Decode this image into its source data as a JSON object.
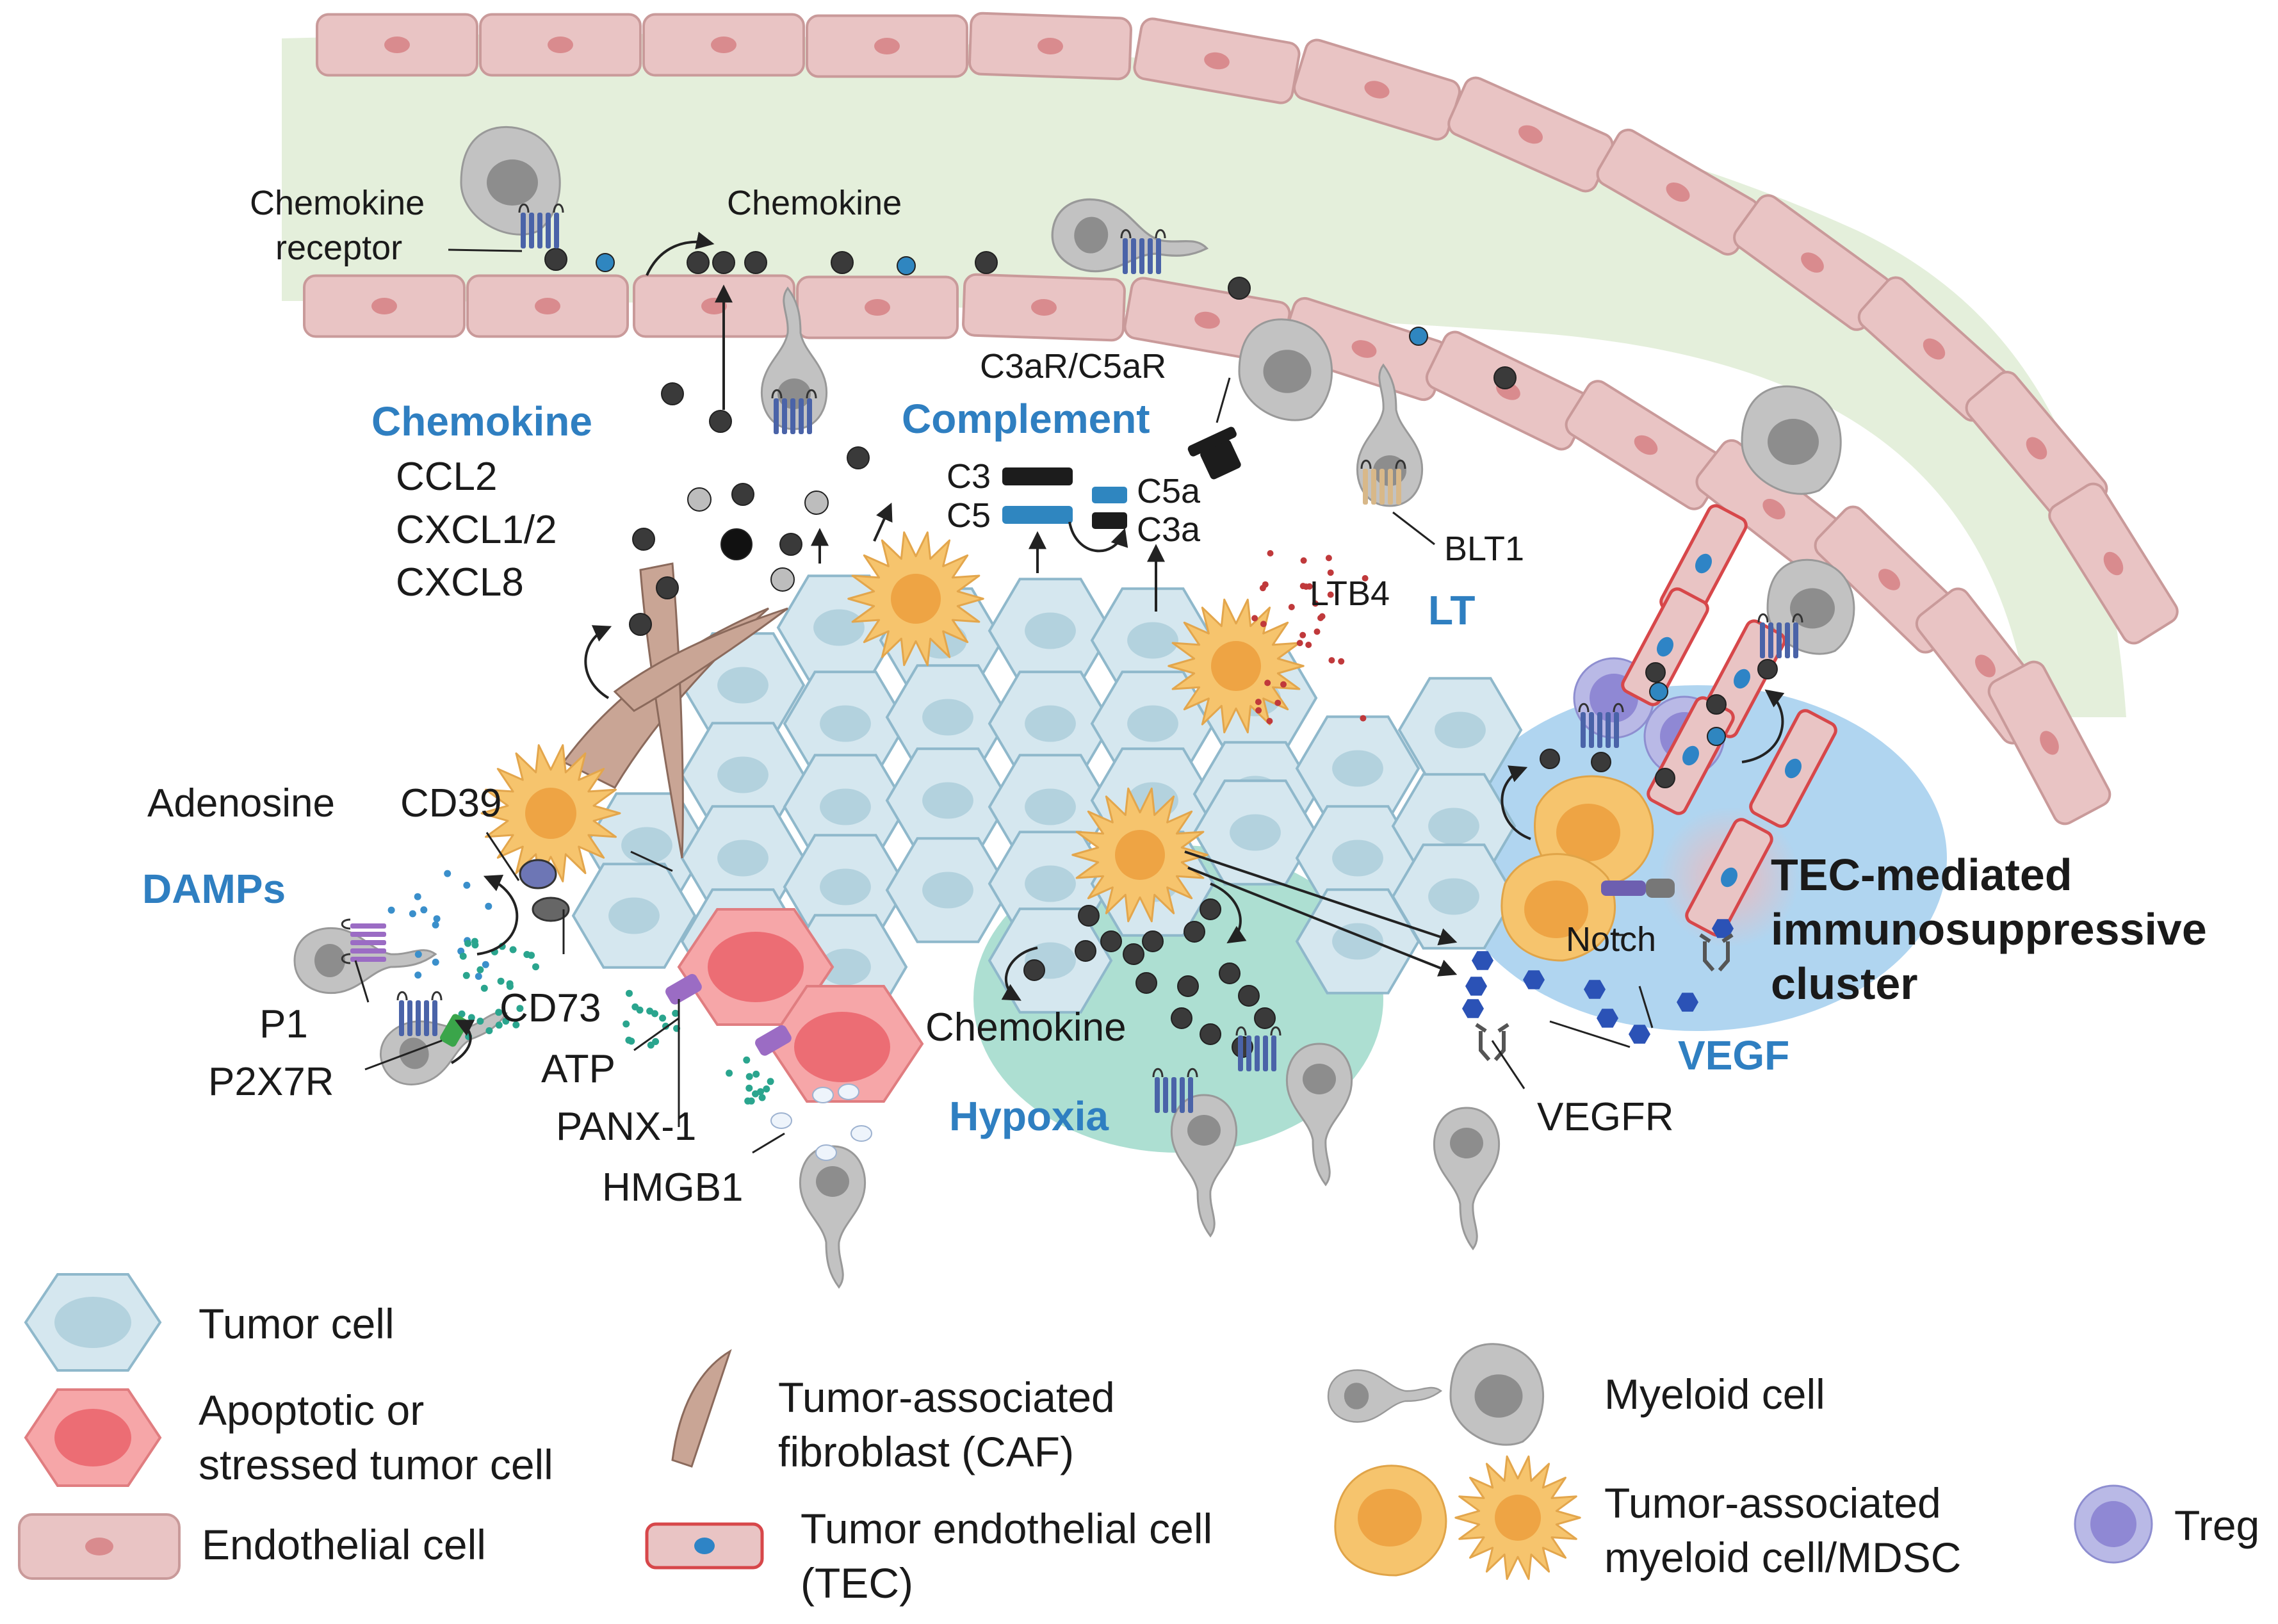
{
  "colors": {
    "vessel_lumen": "#e4efdb",
    "endothelial_fill": "#e9c4c4",
    "endothelial_stroke": "#c99a9a",
    "tumor_fill": "#d5e7ef",
    "tumor_nucleus": "#b3d2de",
    "tumor_stroke": "#8fb8cb",
    "apoptotic_fill": "#f6a6a8",
    "apoptotic_nucleus": "#ec6d74",
    "myeloid_fill": "#c2c2c2",
    "myeloid_nucleus": "#8d8d8d",
    "tam_fill": "#f6c46d",
    "tam_nucleus": "#eea444",
    "treg_fill": "#b9b9e6",
    "treg_nucleus": "#8f88d4",
    "caf_fill": "#c9a595",
    "tec_stroke": "#d7474a",
    "tec_nucleus": "#2e84c6",
    "hypoxia_zone": "#9fd9ca",
    "tec_cluster_zone": "#a7d0ee",
    "chemokine_dot": "#3a3a3a",
    "blue_dot": "#2f86c0",
    "vegf_hex": "#2b52b6",
    "ltb4_dot": "#c0393b",
    "atp_dot": "#2aa58e",
    "adenosine_dot": "#3a8fcb",
    "header_blue": "#2f7fc1",
    "header_red": "#d04a4a",
    "receptor_blue": "#4a63a8",
    "receptor_purple": "#9b6cc4",
    "receptor_green": "#3aa54a"
  },
  "diagram": {
    "vessel_labels": {
      "chemokine_receptor_line1": "Chemokine",
      "chemokine_receptor_line2": "receptor",
      "chemokine_top": "Chemokine"
    },
    "chemokine_section": {
      "header": "Chemokine",
      "items": [
        "CCL2",
        "CXCL1/2",
        "CXCL8"
      ]
    },
    "complement_section": {
      "header": "Complement",
      "receptor": "C3aR/C5aR",
      "c3": "C3",
      "c5": "C5",
      "c5a": "C5a",
      "c3a": "C3a"
    },
    "lt_section": {
      "header": "LT",
      "ltb4": "LTB4",
      "blt1": "BLT1"
    },
    "damps_section": {
      "header": "DAMPs",
      "adenosine": "Adenosine",
      "cd39": "CD39",
      "cd73": "CD73",
      "p1": "P1",
      "p2x7r": "P2X7R",
      "atp": "ATP",
      "panx1": "PANX-1",
      "hmgb1": "HMGB1"
    },
    "hypoxia_section": {
      "header": "Hypoxia",
      "chemokine": "Chemokine"
    },
    "vegf_section": {
      "header": "VEGF",
      "receptor": "VEGFR"
    },
    "tec_cluster": {
      "notch": "Notch",
      "line1": "TEC-mediated",
      "line2": "immunosuppressive",
      "line3": "cluster"
    }
  },
  "legend": {
    "tumor_cell": "Tumor cell",
    "apoptotic_line1": "Apoptotic or",
    "apoptotic_line2": "stressed tumor cell",
    "endothelial_cell": "Endothelial cell",
    "caf_line1": "Tumor-associated",
    "caf_line2": "fibroblast (CAF)",
    "tec_line1": "Tumor endothelial cell",
    "tec_line2": "(TEC)",
    "myeloid_cell": "Myeloid cell",
    "tam_line1": "Tumor-associated",
    "tam_line2": "myeloid cell/MDSC",
    "treg": "Treg"
  }
}
